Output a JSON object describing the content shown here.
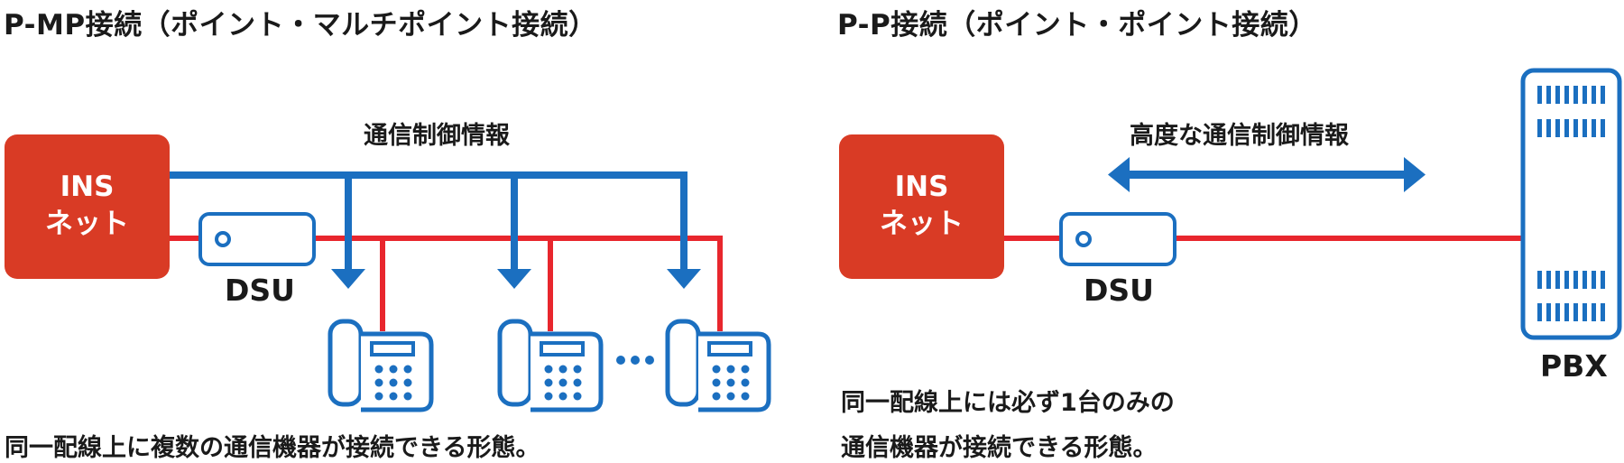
{
  "left": {
    "title": "P-MP接続（ポイント・マルチポイント接続）",
    "info_label": "通信制御情報",
    "ins_line1": "INS",
    "ins_line2": "ネット",
    "dsu_label": "DSU",
    "ellipsis": "…",
    "caption": "同一配線上に複数の通信機器が接続できる形態。"
  },
  "right": {
    "title": "P-P接続（ポイント・ポイント接続）",
    "info_label": "高度な通信制御情報",
    "ins_line1": "INS",
    "ins_line2": "ネット",
    "dsu_label": "DSU",
    "pbx_label": "PBX",
    "caption_line1": "同一配線上には必ず1台のみの",
    "caption_line2": "通信機器が接続できる形態。"
  },
  "colors": {
    "ins_red": "#d93b25",
    "line_red": "#e8262d",
    "line_blue": "#1b6fc0",
    "device_blue": "#1b6fc0",
    "text": "#1a1a1a"
  },
  "icons": [
    "telephone-icon",
    "dsu-device-icon",
    "pbx-server-icon",
    "double-arrow-icon"
  ]
}
